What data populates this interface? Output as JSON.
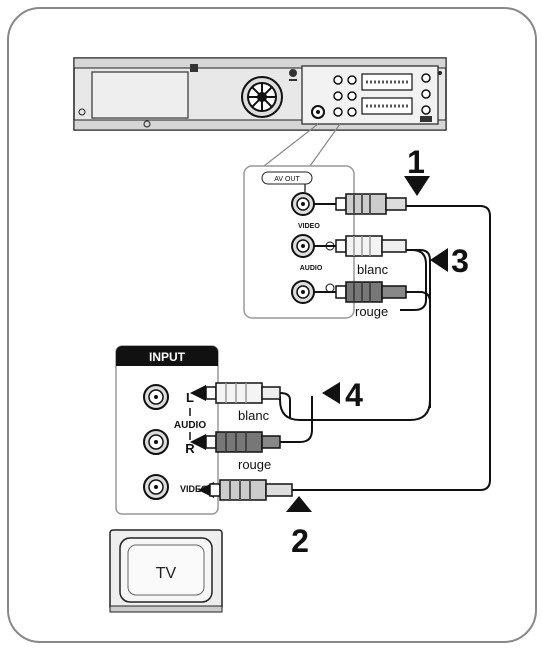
{
  "labels": {
    "av_out": "AV OUT",
    "video_small": "VIDEO",
    "audio_small": "AUDIO",
    "blanc_top": "blanc",
    "rouge_top": "rouge",
    "input": "INPUT",
    "L": "L",
    "audio_tv": "AUDIO",
    "R": "R",
    "video_tv": "VIDEO",
    "blanc_bottom": "blanc",
    "rouge_bottom": "rouge",
    "tv": "TV"
  },
  "steps": {
    "s1": "1",
    "s2": "2",
    "s3": "3",
    "s4": "4"
  },
  "colors": {
    "outline": "#888888",
    "dark": "#111111",
    "panel": "#dddddd",
    "device": "#e6e6e6",
    "white_plug": "#f4f4f4",
    "red_plug": "#777777"
  }
}
